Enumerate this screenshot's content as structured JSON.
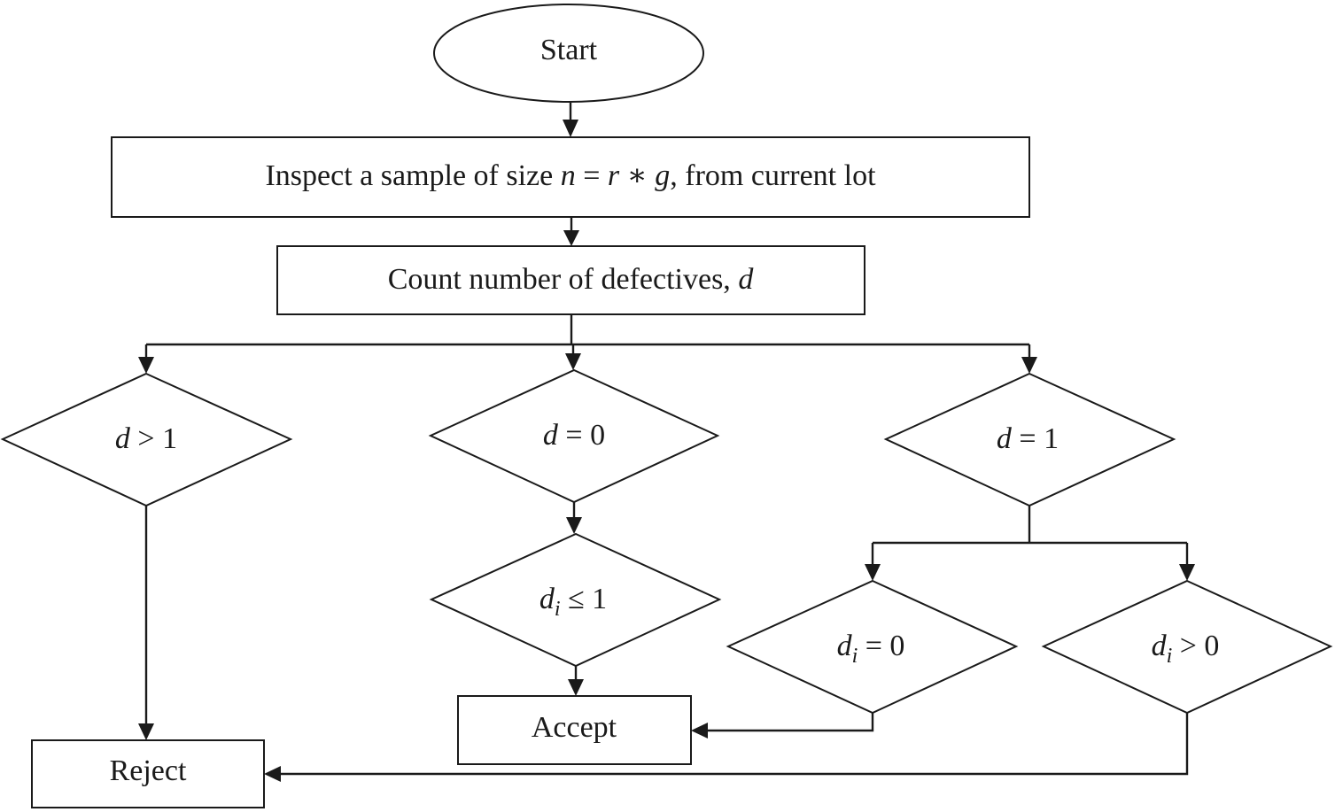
{
  "nodes": {
    "start": {
      "label": "Start"
    },
    "inspect": {
      "label_prefix": "Inspect a sample of size ",
      "var_n": "n",
      "eq": " = ",
      "var_r": "r",
      "op": " ∗ ",
      "var_g": "g",
      "label_suffix": ", from current lot"
    },
    "count": {
      "label_prefix": "Count number of defectives, ",
      "var_d": "d"
    },
    "dec_gt1": {
      "var": "d",
      "rel": " > 1"
    },
    "dec_eq0": {
      "var": "d",
      "rel": " = 0"
    },
    "dec_eq1": {
      "var": "d",
      "rel": " = 1"
    },
    "dec_di_le1": {
      "var": "d",
      "sub": "i",
      "rel": " ≤ 1"
    },
    "dec_di_eq0": {
      "var": "d",
      "sub": "i",
      "rel": " = 0"
    },
    "dec_di_gt0": {
      "var": "d",
      "sub": "i",
      "rel": " > 0"
    },
    "accept": {
      "label": "Accept"
    },
    "reject": {
      "label": "Reject"
    }
  }
}
